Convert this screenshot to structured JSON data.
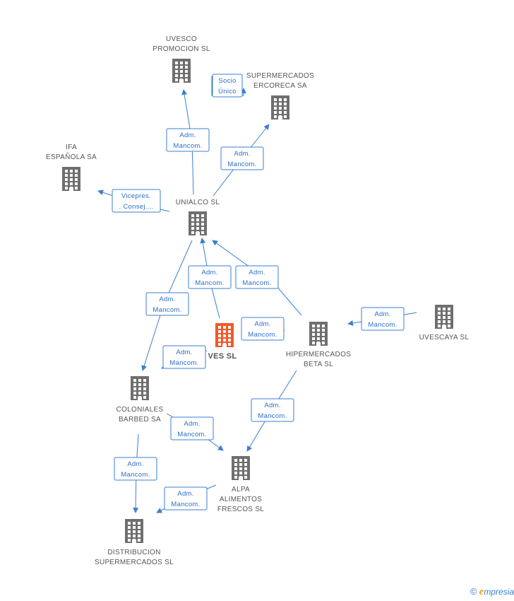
{
  "colors": {
    "node": "#6f6f6f",
    "focus_node": "#f05a28",
    "edge": "#3b7fd3",
    "label": "#555555"
  },
  "nodes": [
    {
      "id": "uvesco",
      "lines": [
        "UVESCO",
        "PROMOCION SL"
      ]
    },
    {
      "id": "ercoreca",
      "lines": [
        "SUPERMERCADOS",
        "ERCORECA SA"
      ]
    },
    {
      "id": "ifa",
      "lines": [
        "IFA",
        "ESPAÑOLA SA"
      ]
    },
    {
      "id": "unialco",
      "lines": [
        "UNIALCO SL"
      ]
    },
    {
      "id": "ves",
      "lines": [
        "VES SL"
      ],
      "focus": true
    },
    {
      "id": "hiper",
      "lines": [
        "HIPERMERCADOS",
        "BETA SL"
      ]
    },
    {
      "id": "uvescaya",
      "lines": [
        "UVESCAYA SL"
      ]
    },
    {
      "id": "coloniales",
      "lines": [
        "COLONIALES",
        "BARBED SA"
      ]
    },
    {
      "id": "alpa",
      "lines": [
        "ALPA",
        "ALIMENTOS",
        "FRESCOS  SL"
      ]
    },
    {
      "id": "distribucion",
      "lines": [
        "DISTRIBUCION",
        "SUPERMERCADOS SL"
      ]
    }
  ],
  "edges": [
    {
      "id": "e1",
      "lines": [
        "Socio",
        "Único"
      ]
    },
    {
      "id": "e2",
      "lines": [
        "Adm.",
        "Mancom."
      ]
    },
    {
      "id": "e3",
      "lines": [
        "Adm.",
        "Mancom."
      ]
    },
    {
      "id": "e4",
      "lines": [
        "Vicepres.",
        ". Consej...."
      ]
    },
    {
      "id": "e5",
      "lines": [
        "Adm.",
        "Mancom."
      ]
    },
    {
      "id": "e6",
      "lines": [
        "Adm.",
        "Mancom."
      ]
    },
    {
      "id": "e7",
      "lines": [
        "Adm.",
        "Mancom."
      ]
    },
    {
      "id": "e8",
      "lines": [
        "Adm.",
        "Mancom."
      ]
    },
    {
      "id": "e9",
      "lines": [
        "Adm.",
        "Mancom."
      ]
    },
    {
      "id": "e10",
      "lines": [
        "Adm.",
        "Mancom."
      ]
    },
    {
      "id": "e11",
      "lines": [
        "Adm.",
        "Mancom."
      ]
    },
    {
      "id": "e12",
      "lines": [
        "Adm.",
        "Mancom."
      ]
    },
    {
      "id": "e13",
      "lines": [
        "Adm.",
        "Mancom."
      ]
    },
    {
      "id": "e14",
      "lines": [
        "Adm.",
        "Mancom."
      ]
    }
  ],
  "brand": {
    "copyright": "©",
    "e": "e",
    "rest": "mpresia"
  }
}
